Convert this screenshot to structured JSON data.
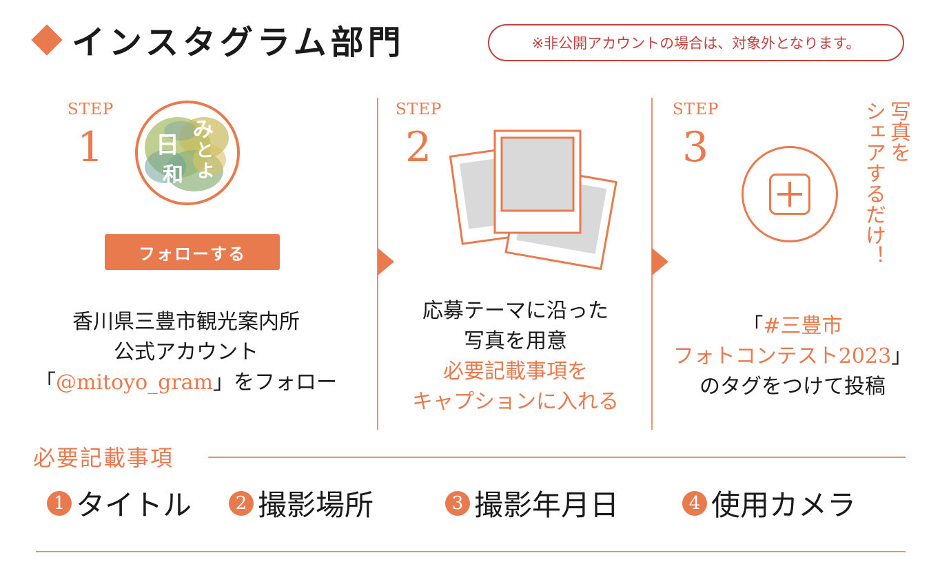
{
  "header": {
    "title": "インスタグラム部門",
    "notice": "※非公開アカウントの場合は、対象外となります。"
  },
  "steps": [
    {
      "label": "STEP",
      "number": "1",
      "logo_text": [
        "み",
        "と",
        "よ",
        "日",
        "和"
      ],
      "button_label": "フォローする",
      "lines": [
        "香川県三豊市観光案内所",
        "公式アカウント"
      ],
      "line3_open": "「",
      "account": "@mitoyo_gram",
      "line3_close": "」をフォロー"
    },
    {
      "label": "STEP",
      "number": "2",
      "lines": [
        "応募テーマに沿った",
        "写真を用意"
      ],
      "highlight_lines": [
        "必要記載事項を",
        "キャプションに入れる"
      ]
    },
    {
      "label": "STEP",
      "number": "3",
      "vertical_text": [
        "写真を",
        "シェアするだけ！"
      ],
      "tag_open": "「",
      "tag_line1": "#三豊市",
      "tag_line2": "フォトコンテスト2023",
      "tag_close": "」",
      "line3": "のタグをつけて投稿"
    }
  ],
  "required": {
    "title": "必要記載事項",
    "items": [
      {
        "num": "1",
        "label": "タイトル"
      },
      {
        "num": "2",
        "label": "撮影場所"
      },
      {
        "num": "3",
        "label": "撮影年月日"
      },
      {
        "num": "4",
        "label": "使用カメラ"
      }
    ]
  },
  "colors": {
    "accent": "#e87a4d",
    "notice": "#c0423f",
    "photo_gray": "#d9d9d9"
  }
}
